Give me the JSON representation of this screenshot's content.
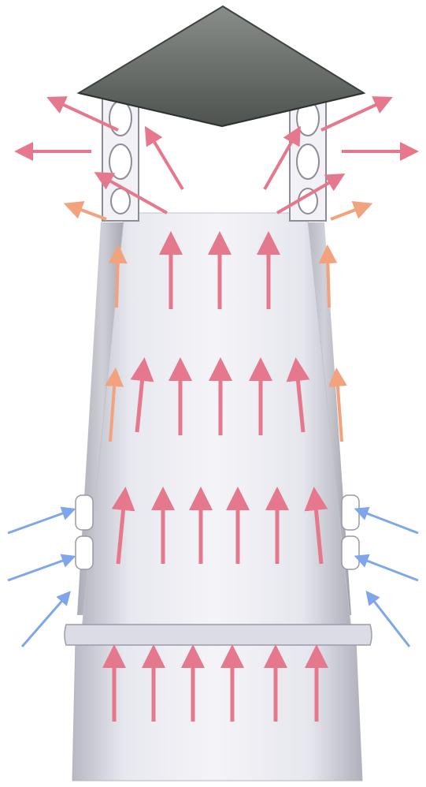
{
  "colors": {
    "outflow_arrow": "#e88a9a",
    "inflow_arrow": "#8fb3ee",
    "cap": "#6e726f",
    "cap_edge": "#3f4340",
    "tube_body": "#e6e6ee",
    "tube_shadow": "#b7b7c2",
    "background": "#ffffff"
  },
  "diagram": {
    "subject": "chimney-cowl-airflow",
    "flow_direction_inside": "up",
    "flow_direction_outside": "inward-then-up"
  }
}
